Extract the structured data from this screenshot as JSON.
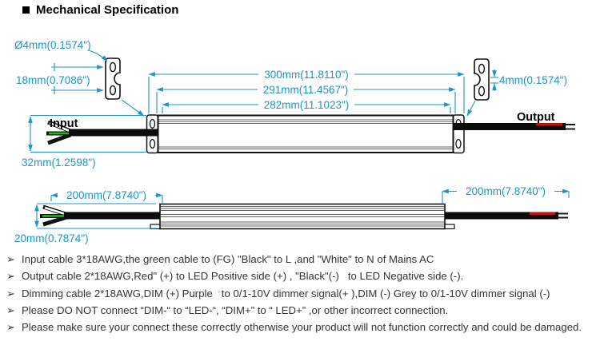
{
  "title": "Mechanical Specification",
  "colors": {
    "dimension_blue": "#1b95cb",
    "drawing_ink": "#111111",
    "wire_green": "#14c214",
    "wire_red": "#c31414",
    "note_text": "#333333"
  },
  "front_view": {
    "labels": {
      "input": "Input",
      "output": "Output"
    },
    "dimensions": {
      "hole_diameter": "Ø4mm(0.1574\")",
      "hole_spacing": "18mm(0.7086\")",
      "overall_length": "300mm(11.8110\")",
      "mid_length": "291mm(11.4567\")",
      "body_length": "282mm(11.1023\")",
      "bracket_slot": "4mm(0.1574\")",
      "height": "32mm(1.2598\")"
    }
  },
  "side_view": {
    "dimensions": {
      "input_cable_length": "200mm(7.8740\")",
      "output_cable_length": "200mm(7.8740\")",
      "thickness": "20mm(0.7874\")"
    }
  },
  "notes_bullet": "➢",
  "notes": [
    "Input cable 3*18AWG,the green cable to (FG) \"Black\" to L ,and \"White\" to N of Mains AC",
    "Output cable 2*18AWG,Red\" (+) to LED Positive side (+) , \"Black\"(-)   to LED Negative side (-).",
    "Dimming cable 2*18AWG,DIM (+) Purple   to 0/1-10V dimmer signal(+ ),DIM (-) Grey to 0/1-10V dimmer signal (-)",
    "Please DO NOT connect “DIM-“ to “LED-“, “DIM+” to “ LED+” ,or other incorrect connection.",
    "Please make sure your connect these correctly otherwise your product will not function correctly and could be damaged."
  ]
}
